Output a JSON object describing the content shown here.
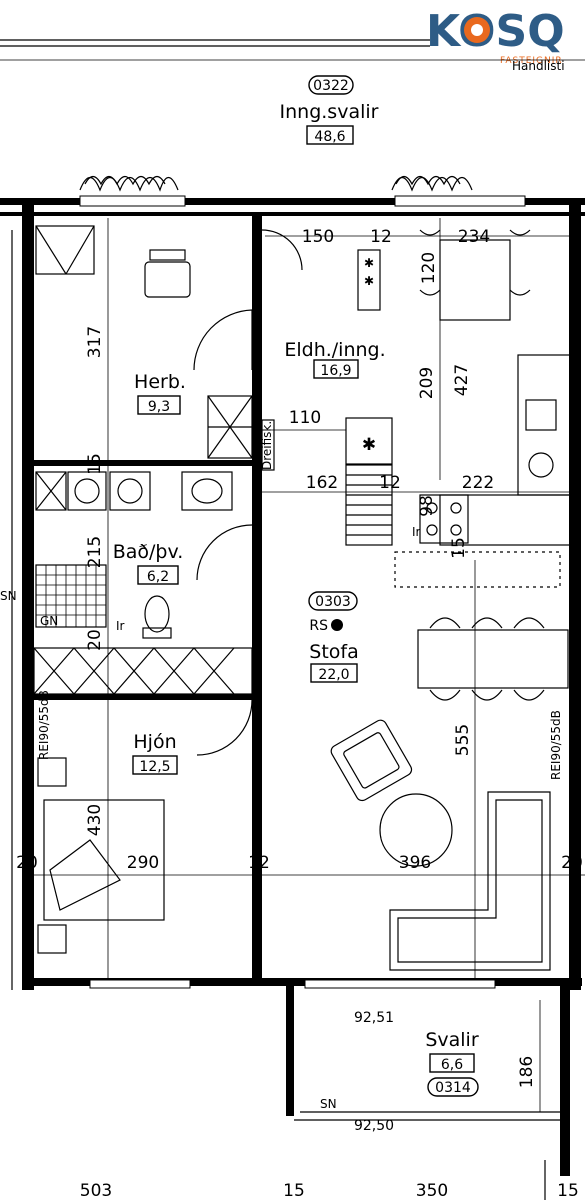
{
  "logo": {
    "text": "KOSQ",
    "subtitle": "FASTEIGNIR",
    "colors": {
      "primary": "#2e5c86",
      "accent": "#e9691e"
    }
  },
  "notes": {
    "handlisti": "Handlisti"
  },
  "rooms": {
    "svalir_top": {
      "code": "0322",
      "name": "Inng.svalir",
      "area": "48,6"
    },
    "herb": {
      "name": "Herb.",
      "area": "9,3"
    },
    "eldh": {
      "name": "Eldh./inng.",
      "area": "16,9"
    },
    "bad": {
      "name": "Bað/þv.",
      "area": "6,2"
    },
    "stofa": {
      "code": "0303",
      "rs": "RS",
      "name": "Stofa",
      "area": "22,0"
    },
    "hjon": {
      "name": "Hjón",
      "area": "12,5"
    },
    "svalir_bottom": {
      "name": "Svalir",
      "area": "6,6",
      "code": "0314"
    }
  },
  "dimensions": {
    "d150": "150",
    "d12a": "12",
    "d234": "234",
    "d120": "120",
    "d317": "317",
    "d209": "209",
    "d427": "427",
    "d110": "110",
    "d15a": "15",
    "d162": "162",
    "d12b": "12",
    "d222": "222",
    "d98": "98",
    "d15b": "15",
    "d215": "215",
    "d20a": "20",
    "d555": "555",
    "d430": "430",
    "d20b": "20",
    "d290": "290",
    "d12c": "12",
    "d396": "396",
    "d20c": "20",
    "d186": "186",
    "b503": "503",
    "b15a": "15",
    "b350": "350",
    "b15b": "15"
  },
  "elevations": {
    "e1": "92,51",
    "e2": "92,50"
  },
  "labels": {
    "rei_left": "REI90/55dB",
    "rei_right": "REI90/55dB",
    "ir1": "Ir",
    "ir2": "Ir",
    "sn1": "SN",
    "sn2": "SN",
    "gn": "GN",
    "dreifiskapur": "Dreifisk."
  }
}
